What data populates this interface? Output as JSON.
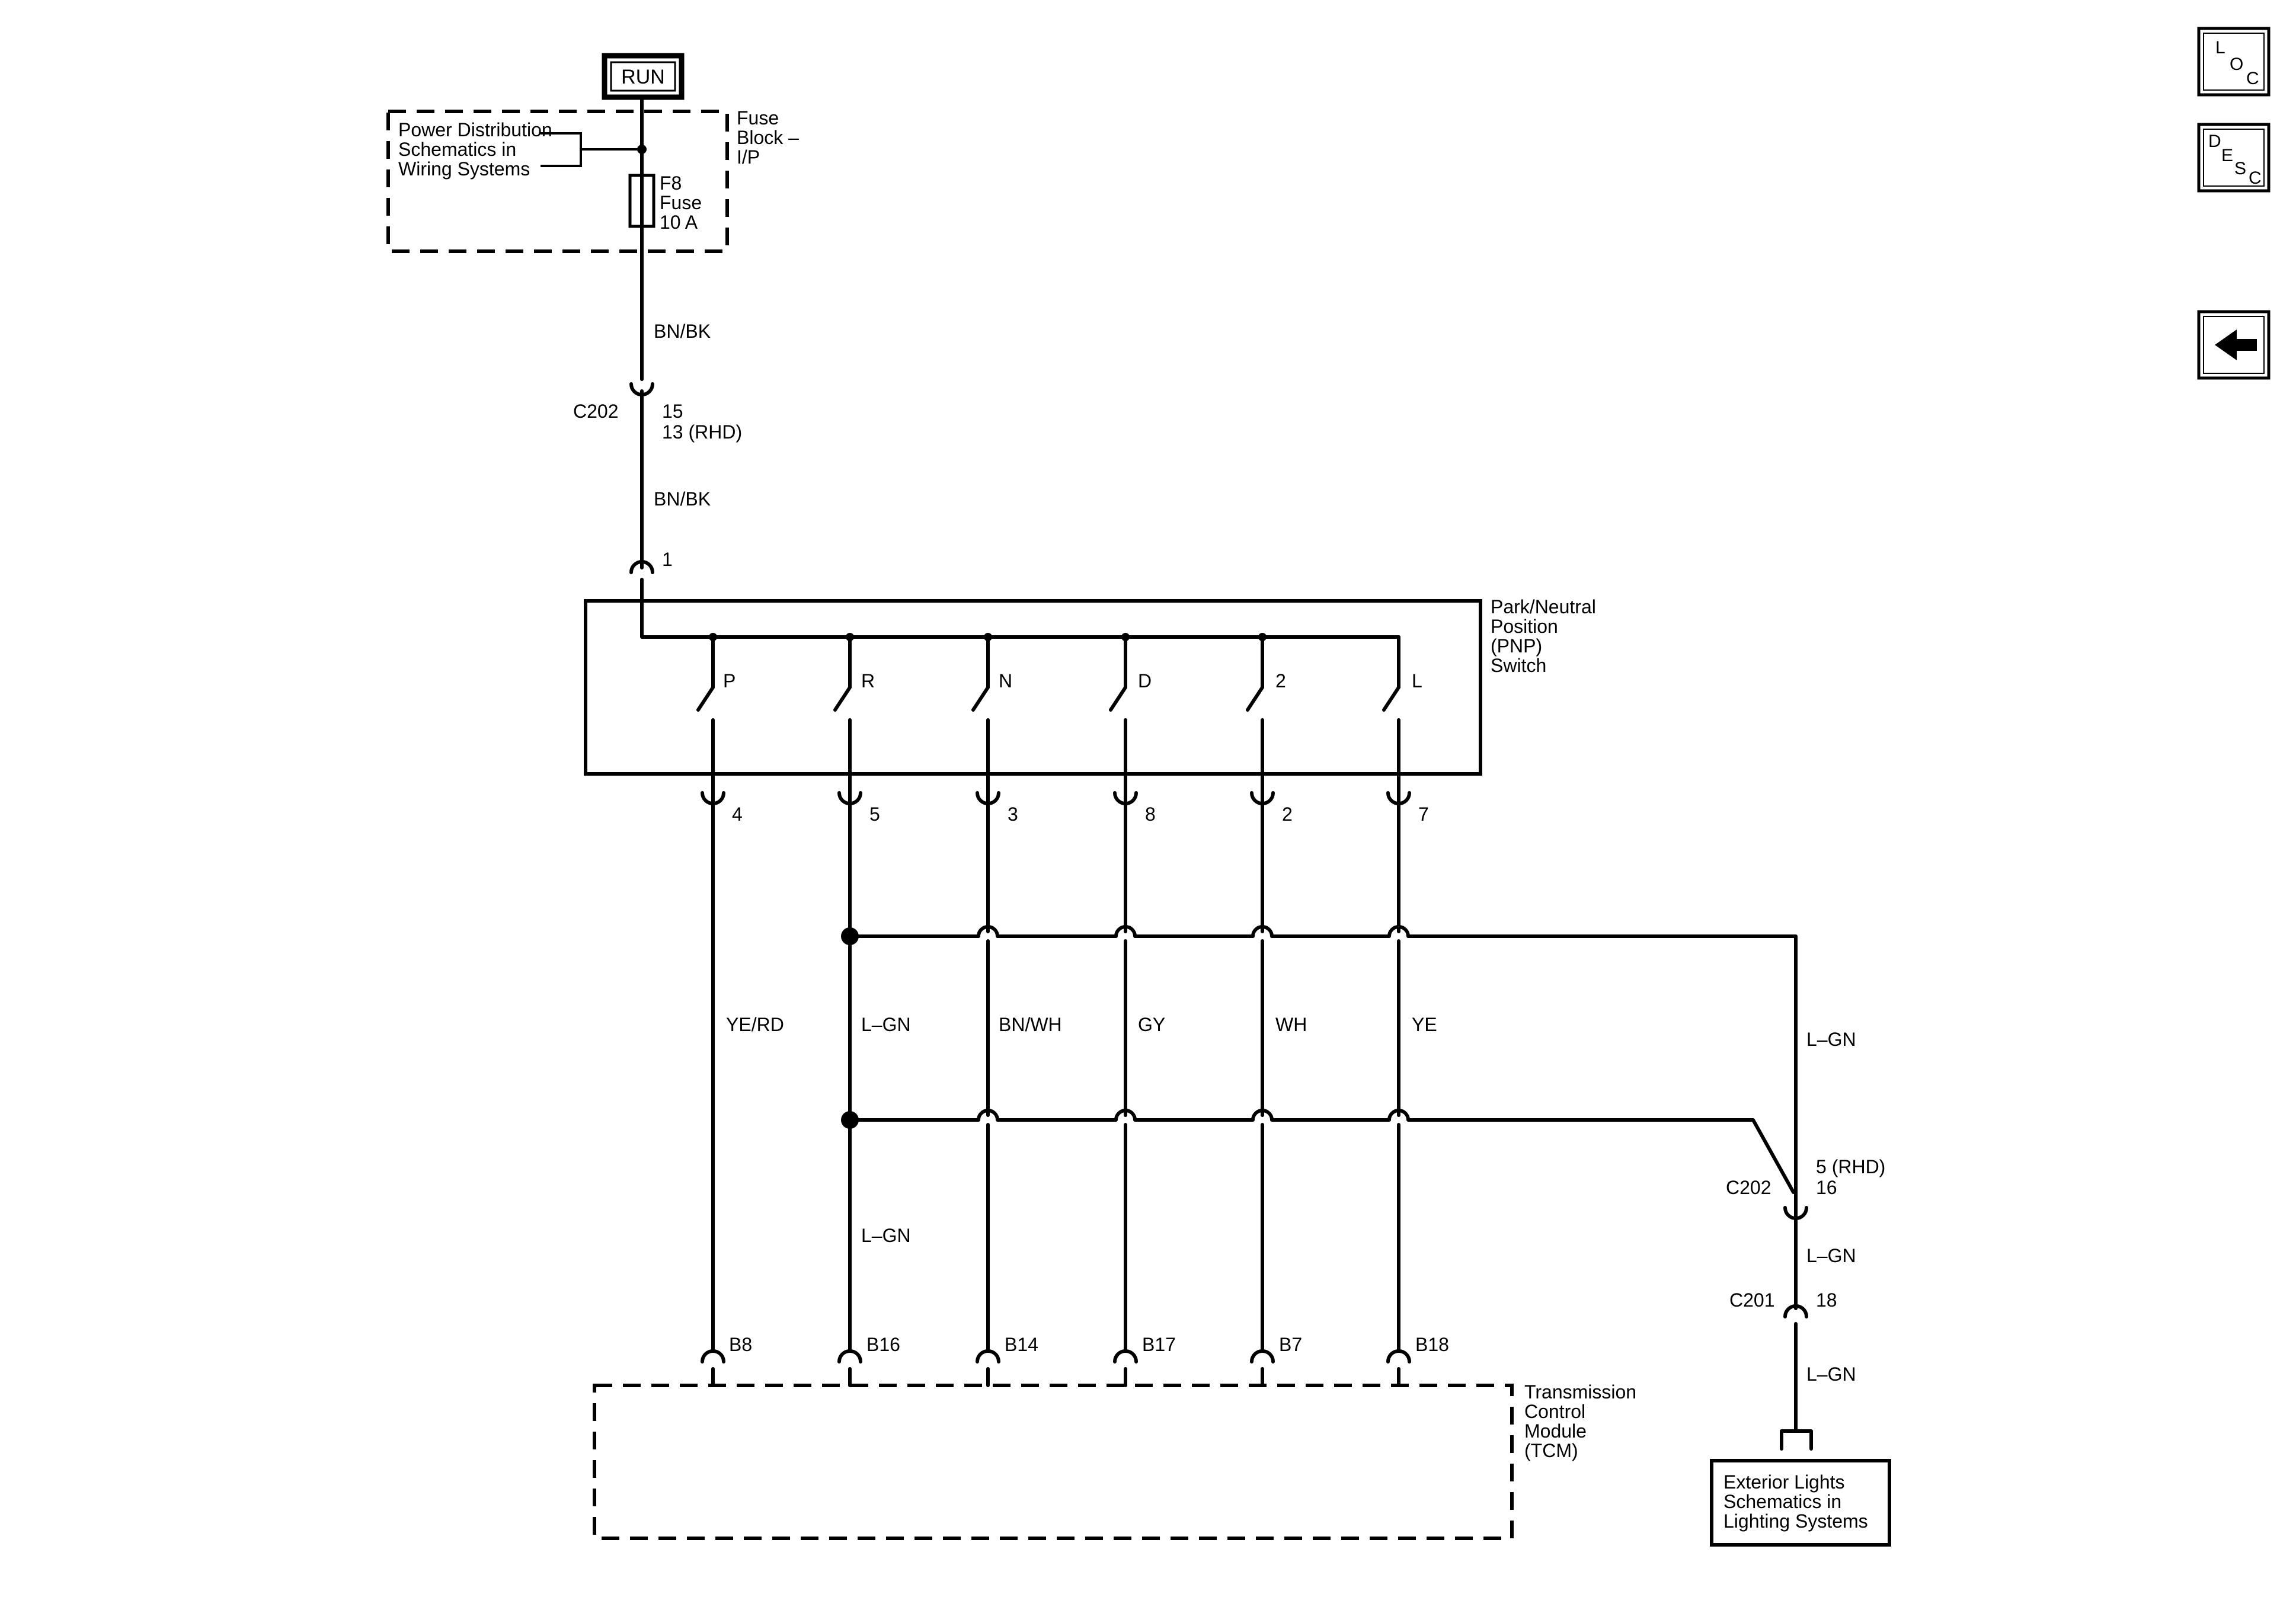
{
  "title_run": "RUN",
  "fuse_block": {
    "label": [
      "Fuse",
      "Block –",
      "I/P"
    ],
    "power_ref": [
      "Power Distribution",
      "Schematics in",
      "Wiring Systems"
    ],
    "fuse": [
      "F8",
      "Fuse",
      "10 A"
    ]
  },
  "upper_wires": {
    "w1": "BN/BK",
    "w2": "BN/BK"
  },
  "c202_top": {
    "name": "C202",
    "pins": [
      "15",
      "13 (RHD)"
    ]
  },
  "switch": {
    "input_pin": "1",
    "label": [
      "Park/Neutral",
      "Position",
      "(PNP)",
      "Switch"
    ],
    "positions": [
      {
        "pos": "P",
        "pin": "4",
        "wire": "YE/RD",
        "tcm_pin": "B8"
      },
      {
        "pos": "R",
        "pin": "5",
        "wire": "L–GN",
        "tcm_pin": "B16"
      },
      {
        "pos": "N",
        "pin": "3",
        "wire": "BN/WH",
        "tcm_pin": "B14"
      },
      {
        "pos": "D",
        "pin": "8",
        "wire": "GY",
        "tcm_pin": "B17"
      },
      {
        "pos": "2",
        "pin": "2",
        "wire": "WH",
        "tcm_pin": "B7"
      },
      {
        "pos": "L",
        "pin": "7",
        "wire": "YE",
        "tcm_pin": "B18"
      }
    ]
  },
  "lower_r_wire": "L–GN",
  "tcm_label": [
    "Transmission",
    "Control",
    "Module",
    "(TCM)"
  ],
  "branch": {
    "wire_top": "L–GN",
    "c202": {
      "name": "C202",
      "pins": [
        "5 (RHD)",
        "16"
      ]
    },
    "wire_mid": "L–GN",
    "c201": {
      "name": "C201",
      "pin": "18"
    },
    "wire_bottom": "L–GN"
  },
  "ext_lights": [
    "Exterior Lights",
    "Schematics in",
    "Lighting Systems"
  ],
  "nav": {
    "loc": [
      "L",
      "O",
      "C"
    ],
    "desc": [
      "D",
      "E",
      "S",
      "C"
    ]
  }
}
